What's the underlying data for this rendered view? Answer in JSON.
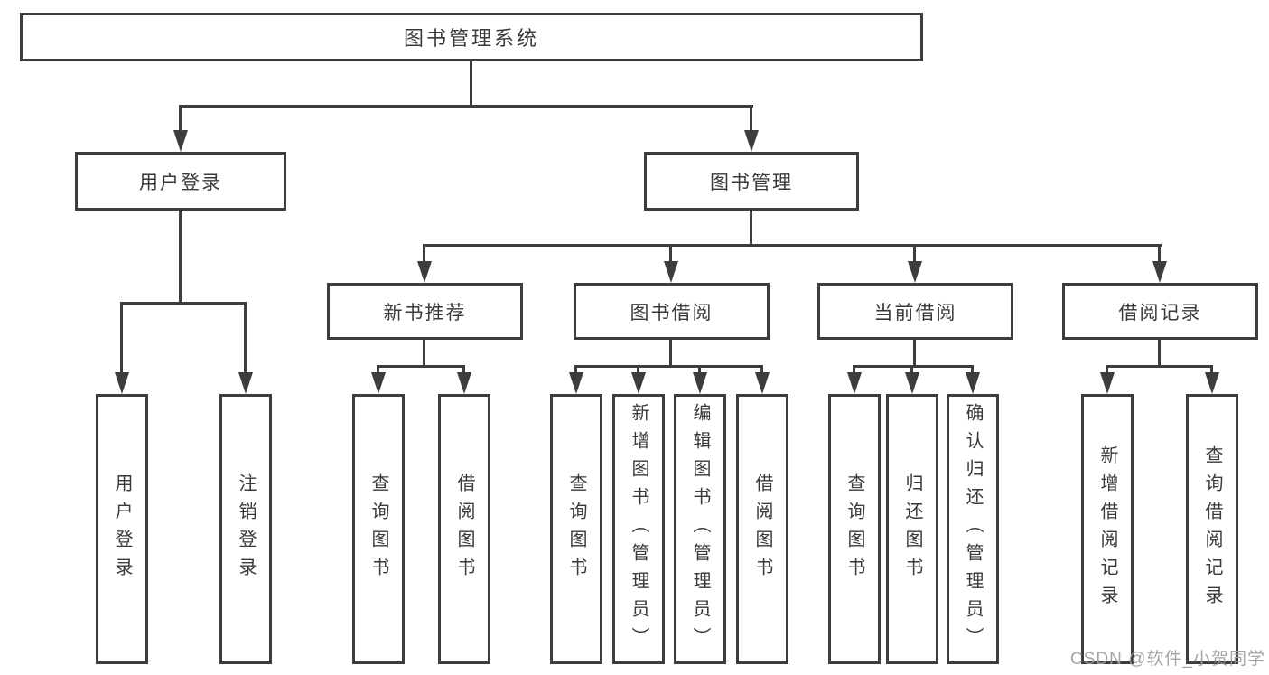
{
  "diagram": {
    "type": "hierarchy-tree",
    "orientation": "top-down",
    "levels": 4
  },
  "tree": {
    "root": "图书管理系统",
    "branches": [
      {
        "label": "用户登录",
        "children": [
          "用户登录",
          "注销登录"
        ]
      },
      {
        "label": "图书管理",
        "children": [
          {
            "label": "新书推荐",
            "children": [
              "查询图书",
              "借阅图书"
            ]
          },
          {
            "label": "图书借阅",
            "children": [
              "查询图书",
              "新增图书（管理员）",
              "编辑图书（管理员）",
              "借阅图书"
            ]
          },
          {
            "label": "当前借阅",
            "children": [
              "查询图书",
              "归还图书",
              "确认归还（管理员）"
            ]
          },
          {
            "label": "借阅记录",
            "children": [
              "新增借阅记录",
              "查询借阅记录"
            ]
          }
        ]
      }
    ]
  },
  "watermark": "CSDN @软件_小贺同学",
  "colors": {
    "background": "#ffffff",
    "line": "#3d3d3d",
    "text": "#3a3a3a",
    "watermark": "#9e9e9e"
  }
}
